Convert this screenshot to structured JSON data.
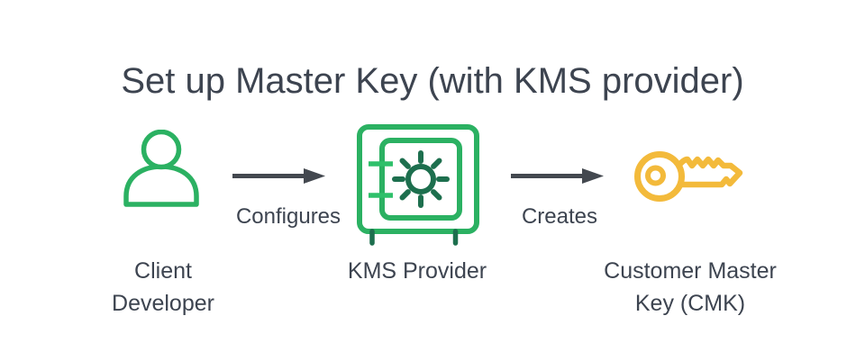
{
  "title": "Set up Master Key (with KMS provider)",
  "flow": {
    "nodes": [
      {
        "label": "Client Developer",
        "icon": "person-icon"
      },
      {
        "label": "KMS Provider",
        "icon": "vault-icon"
      },
      {
        "label": "Customer Master Key (CMK)",
        "icon": "key-icon"
      }
    ],
    "connectors": [
      {
        "label": "Configures",
        "from": "Client Developer",
        "to": "KMS Provider"
      },
      {
        "label": "Creates",
        "from": "KMS Provider",
        "to": "Customer Master Key (CMK)"
      }
    ]
  },
  "colors": {
    "node_green": "#2bb162",
    "node_green_bright": "#2ec06a",
    "node_green_dark": "#1d6f4e",
    "key_yellow": "#f3ba3b",
    "text": "#3d4450",
    "arrow": "#43484f",
    "background": "#ffffff"
  }
}
